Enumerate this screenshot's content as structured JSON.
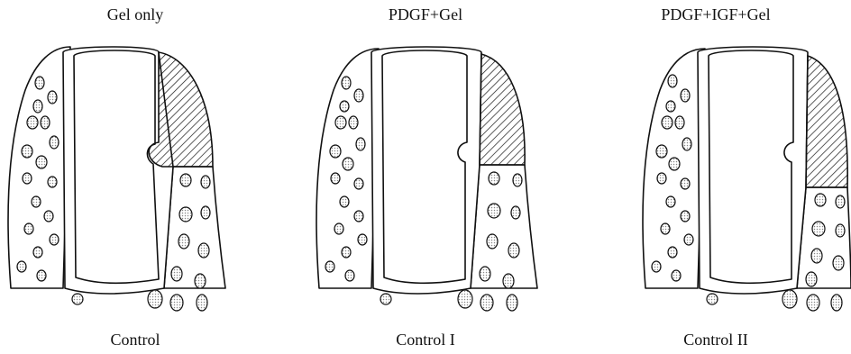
{
  "panels": [
    {
      "top_label": "Gel only",
      "bottom_label": "Control"
    },
    {
      "top_label": "PDGF+Gel",
      "bottom_label": "Control I"
    },
    {
      "top_label": "PDGF+IGF+Gel",
      "bottom_label": "Control II"
    }
  ],
  "colors": {
    "line": "#111111",
    "stipple": "#d8d8d8",
    "background": "#ffffff"
  }
}
